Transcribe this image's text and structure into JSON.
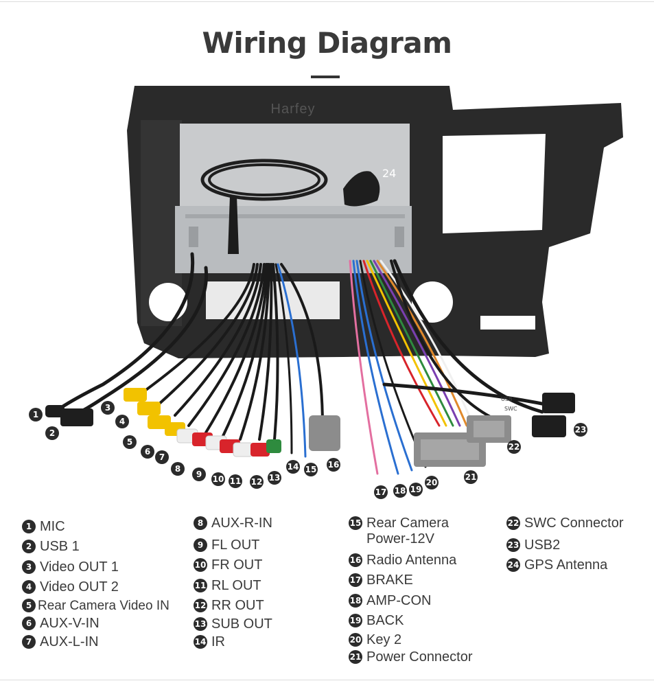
{
  "title": "Wiring Diagram",
  "brand": "Harfey",
  "legend": [
    {
      "num": "1",
      "label": "MIC"
    },
    {
      "num": "2",
      "label": "USB 1"
    },
    {
      "num": "3",
      "label": "Video OUT 1"
    },
    {
      "num": "4",
      "label": "Video OUT 2"
    },
    {
      "num": "5",
      "label": "Rear Camera Video IN"
    },
    {
      "num": "6",
      "label": "AUX-V-IN"
    },
    {
      "num": "7",
      "label": "AUX-L-IN"
    },
    {
      "num": "8",
      "label": "AUX-R-IN"
    },
    {
      "num": "9",
      "label": "FL OUT"
    },
    {
      "num": "10",
      "label": "FR OUT"
    },
    {
      "num": "11",
      "label": "RL OUT"
    },
    {
      "num": "12",
      "label": "RR OUT"
    },
    {
      "num": "13",
      "label": "SUB OUT"
    },
    {
      "num": "14",
      "label": "IR"
    },
    {
      "num": "15",
      "label": "Rear Camera\nPower-12V"
    },
    {
      "num": "16",
      "label": "Radio Antenna"
    },
    {
      "num": "17",
      "label": "BRAKE"
    },
    {
      "num": "18",
      "label": "AMP-CON"
    },
    {
      "num": "19",
      "label": "BACK"
    },
    {
      "num": "20",
      "label": "Key 2"
    },
    {
      "num": "21",
      "label": "Power Connector"
    },
    {
      "num": "22",
      "label": "SWC Connector"
    },
    {
      "num": "23",
      "label": "USB2"
    },
    {
      "num": "24",
      "label": "GPS Antenna"
    }
  ],
  "callouts": [
    "1",
    "2",
    "3",
    "4",
    "5",
    "6",
    "7",
    "8",
    "9",
    "10",
    "11",
    "12",
    "13",
    "14",
    "15",
    "16",
    "17",
    "18",
    "19",
    "20",
    "21",
    "22",
    "23"
  ],
  "gps_tag": "24",
  "connector_tags": {
    "usb": "USB",
    "swc": "SWC"
  },
  "colors": {
    "frame": "#2a2a2a",
    "plate": "#c9cbcd",
    "rca_yellow": "#f2c200",
    "rca_white": "#eeeeee",
    "rca_red": "#d8242b",
    "rca_green": "#2e8b3e",
    "connector_grey": "#8c8c8c",
    "wire_blue": "#2a6fd1"
  }
}
